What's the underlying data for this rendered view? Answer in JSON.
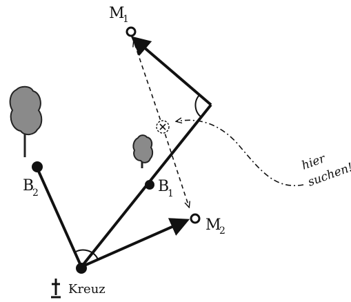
{
  "labels": {
    "m1": "M",
    "m1_sub": "1",
    "m2": "M",
    "m2_sub": "2",
    "b1": "B",
    "b1_sub": "1",
    "b2": "B",
    "b2_sub": "2",
    "kreuz": "Kreuz",
    "note_line1": "hier",
    "note_line2": "suchen!"
  },
  "colors": {
    "ink": "#111111",
    "tree_fill": "#8a8a8a",
    "paper": "#ffffff"
  },
  "icons": {
    "cross": "grave-cross-icon",
    "tree": "tree-icon",
    "target": "target-point-icon"
  }
}
